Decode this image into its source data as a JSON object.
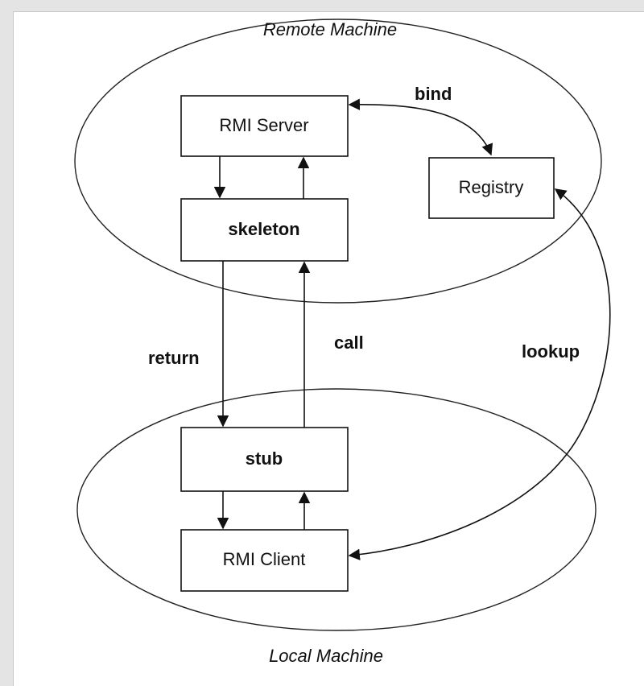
{
  "diagram": {
    "machines": {
      "remote": "Remote Machine",
      "local": "Local Machine"
    },
    "nodes": {
      "rmi_server": "RMI Server",
      "skeleton": "skeleton",
      "registry": "Registry",
      "stub": "stub",
      "rmi_client": "RMI Client"
    },
    "edges": {
      "bind": "bind",
      "return": "return",
      "call": "call",
      "lookup": "lookup"
    }
  }
}
